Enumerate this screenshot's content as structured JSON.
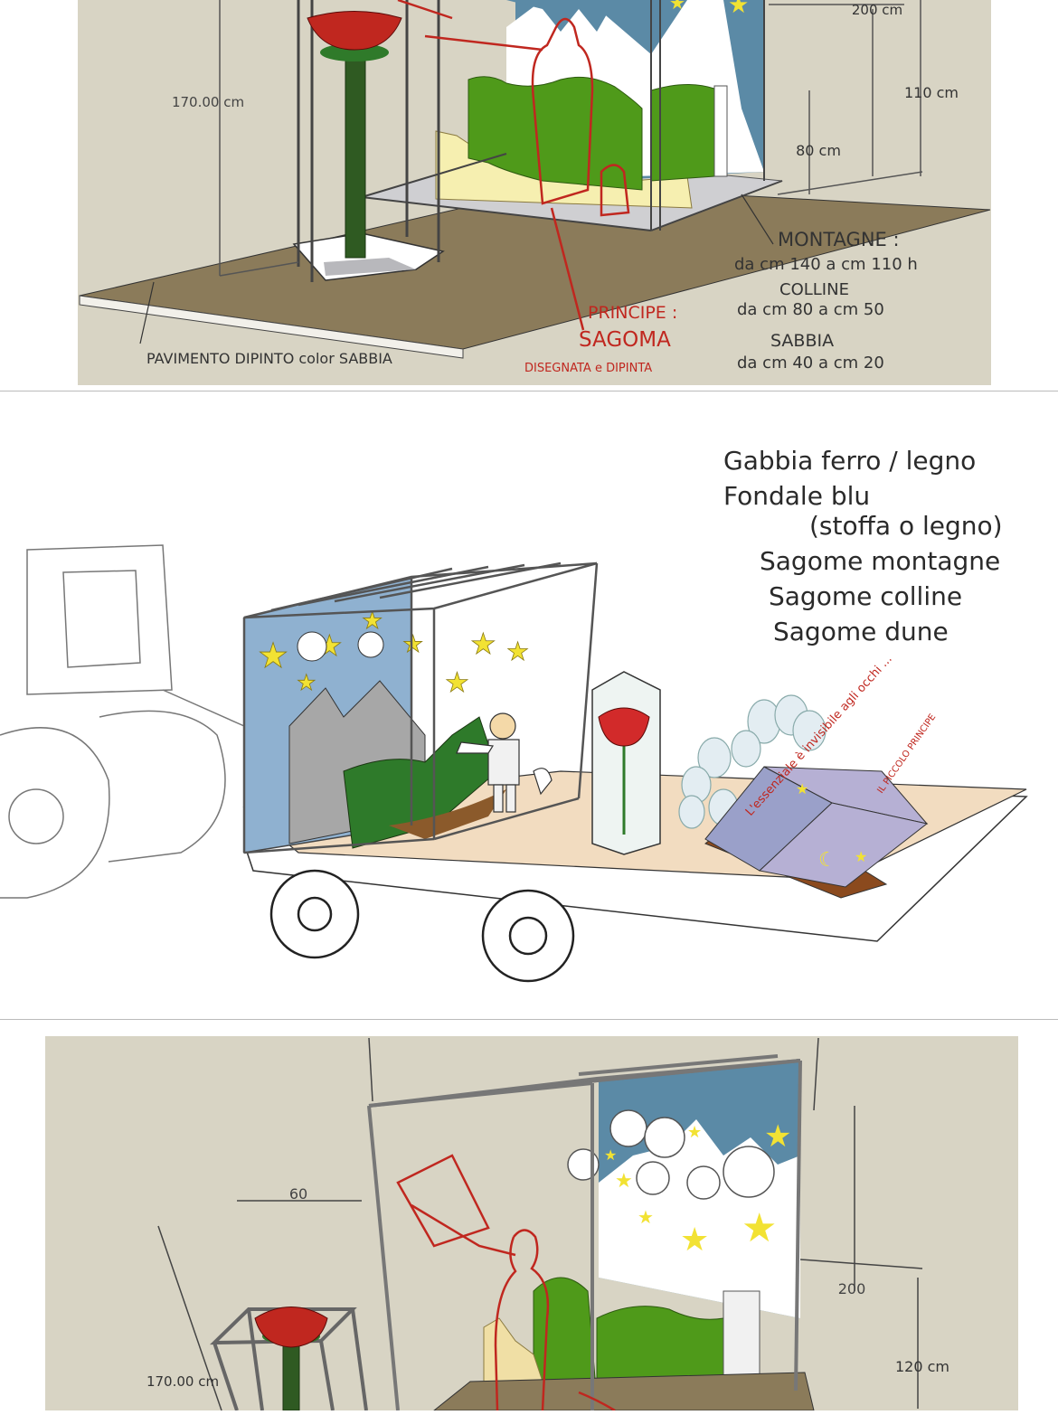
{
  "panel_top": {
    "dims": {
      "height_left": "170.00 cm",
      "width_top": "200 cm",
      "height_right": "110 cm",
      "height_mid": "80 cm"
    },
    "notes": {
      "mountains_title": "MONTAGNE :",
      "mountains_range": "da cm 140 a cm 110 h",
      "hills_title": "COLLINE",
      "hills_range": "da cm 80 a cm 50",
      "sand_title": "SABBIA",
      "sand_range": "da cm 40 a cm 20"
    },
    "floor_label": "PAVIMENTO DIPINTO color SABBIA",
    "prince_label_1": "PRINCIPE :",
    "prince_label_2": "SAGOMA",
    "prince_label_3": "DISEGNATA e DIPINTA"
  },
  "panel_middle": {
    "list": [
      "Gabbia ferro / legno",
      "Fondale blu",
      "(stoffa o legno)",
      "Sagome montagne",
      "Sagome colline",
      "Sagome dune"
    ],
    "book_text_left": "L'essenziale è invisibile agli occhi ...",
    "book_text_right": "IL PICCOLO PRINCIPE"
  },
  "panel_bottom": {
    "dims": {
      "rose_width": "60",
      "height_left": "170.00 cm",
      "height_right": "200",
      "height_small": "120 cm"
    }
  },
  "colors": {
    "sketchup_bg": "#d8d4c4",
    "floor": "#8b7b5a",
    "backdrop_blue": "#5b8aa6",
    "hill_green": "#4f9a1a",
    "sketch_red": "#c0271f",
    "star_yellow": "#f2e233"
  }
}
